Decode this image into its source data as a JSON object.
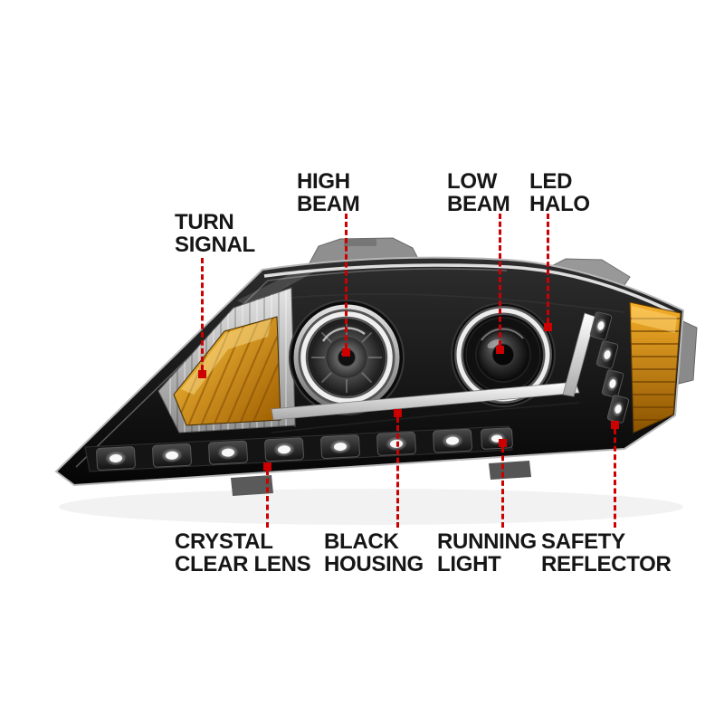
{
  "diagram_title": "Projector headlight feature callout diagram",
  "colors": {
    "accent": "#cc0000",
    "amber": "#e8960e",
    "halo": "#f0f0f0",
    "housing": "#0a0a0a"
  },
  "callouts": [
    {
      "id": "turn-signal",
      "label": "TURN\nSIGNAL"
    },
    {
      "id": "high-beam",
      "label": "HIGH\nBEAM"
    },
    {
      "id": "low-beam",
      "label": "LOW\nBEAM"
    },
    {
      "id": "led-halo",
      "label": "LED\nHALO"
    },
    {
      "id": "crystal-clear-lens",
      "label": "CRYSTAL\nCLEAR LENS"
    },
    {
      "id": "black-housing",
      "label": "BLACK\nHOUSING"
    },
    {
      "id": "running-light",
      "label": "RUNNING\nLIGHT"
    },
    {
      "id": "safety-reflector",
      "label": "SAFETY\nREFLECTOR"
    }
  ]
}
